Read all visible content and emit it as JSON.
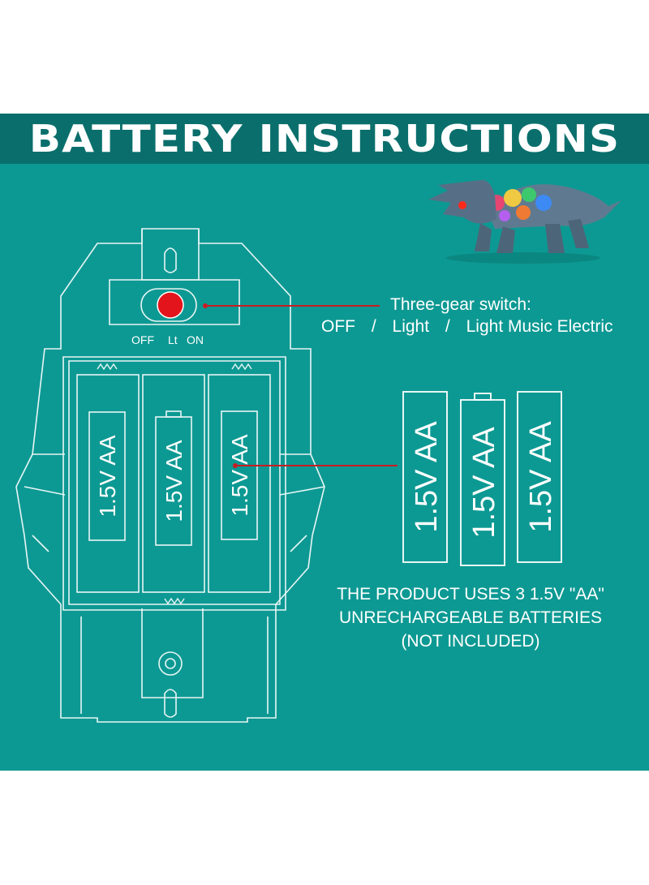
{
  "header": {
    "title": "BATTERY INSTRUCTIONS"
  },
  "switch": {
    "labels": [
      "OFF",
      "Lt",
      "ON"
    ],
    "description": "Three-gear switch:",
    "modes": [
      "OFF",
      "Light",
      "Light Music Electric"
    ],
    "separator": "/"
  },
  "battery_label": "1.5V AA",
  "note": {
    "lines": [
      "THE PRODUCT USES 3 1.5V \"AA\"",
      "UNRECHARGEABLE BATTERIES",
      "(NOT INCLUDED)"
    ]
  },
  "colors": {
    "background": "#0d9993",
    "banner": "#0a6f6c",
    "outline": "#e8f6f5",
    "switch_button": "#e3141b",
    "pointer_line": "#c81c24"
  },
  "icons": [
    "dinosaur-toy-icon",
    "battery-icon",
    "spring-icon"
  ]
}
